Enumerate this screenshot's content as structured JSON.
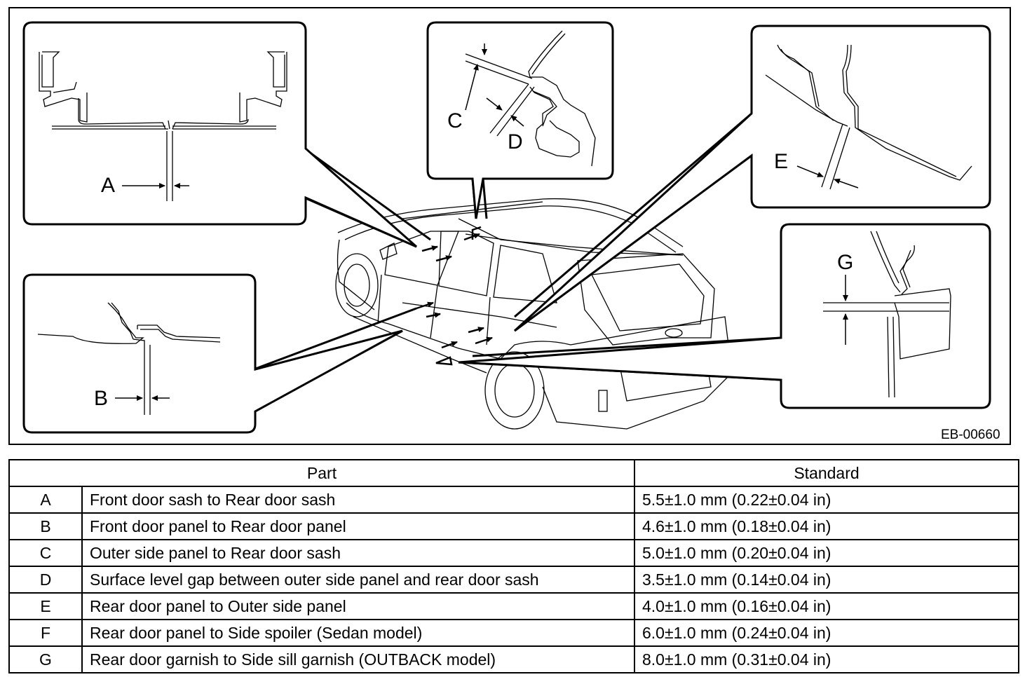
{
  "figure": {
    "id_label": "EB-00660",
    "callouts": {
      "a": "A",
      "b": "B",
      "c": "C",
      "d": "D",
      "e": "E",
      "g": "G"
    }
  },
  "table": {
    "headers": {
      "part": "Part",
      "standard": "Standard"
    },
    "rows": [
      {
        "letter": "A",
        "part": "Front door sash to Rear door sash",
        "standard": "5.5±1.0 mm (0.22±0.04 in)"
      },
      {
        "letter": "B",
        "part": "Front door panel to Rear door panel",
        "standard": "4.6±1.0 mm (0.18±0.04 in)"
      },
      {
        "letter": "C",
        "part": "Outer side panel to Rear door sash",
        "standard": "5.0±1.0 mm (0.20±0.04 in)"
      },
      {
        "letter": "D",
        "part": "Surface level gap between outer side panel and rear door sash",
        "standard": "3.5±1.0 mm (0.14±0.04 in)"
      },
      {
        "letter": "E",
        "part": "Rear door panel to Outer side panel",
        "standard": "4.0±1.0 mm (0.16±0.04 in)"
      },
      {
        "letter": "F",
        "part": "Rear door panel to Side spoiler (Sedan model)",
        "standard": "6.0±1.0 mm (0.24±0.04 in)"
      },
      {
        "letter": "G",
        "part": "Rear door garnish to Side sill garnish (OUTBACK model)",
        "standard": "8.0±1.0 mm (0.31±0.04 in)"
      }
    ]
  }
}
